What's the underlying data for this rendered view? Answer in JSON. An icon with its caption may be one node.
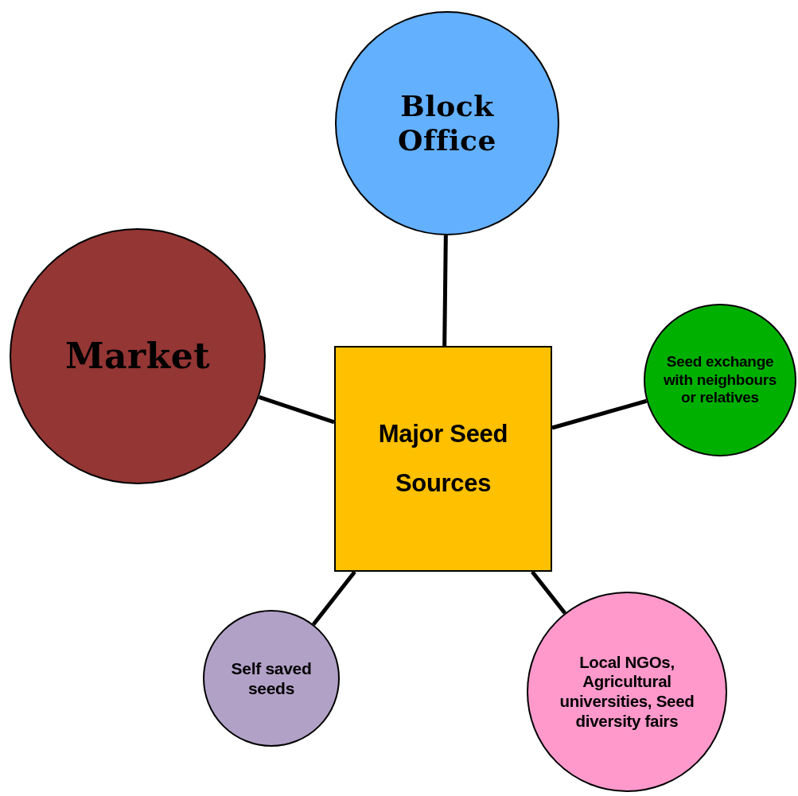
{
  "diagram": {
    "nodes": [
      {
        "text": [
          "Block Office"
        ]
      },
      {
        "text": [
          "Market"
        ]
      },
      {
        "text": [
          "Major Seed Sources"
        ]
      },
      {
        "text": [
          "Seed exchange with neighbours or relatives"
        ]
      },
      {
        "text": [
          "Self saved seeds"
        ]
      },
      {
        "text": [
          "Local NGOs, Agricultural universities, Seed diversity fairs"
        ]
      }
    ],
    "edges": [
      {
        "from": 2,
        "to": 0,
        "arrow": "none"
      },
      {
        "from": 2,
        "to": 1,
        "arrow": "none"
      },
      {
        "from": 2,
        "to": 3,
        "arrow": "none"
      },
      {
        "from": 2,
        "to": 4,
        "arrow": "none"
      },
      {
        "from": 2,
        "to": 5,
        "arrow": "none"
      }
    ]
  }
}
